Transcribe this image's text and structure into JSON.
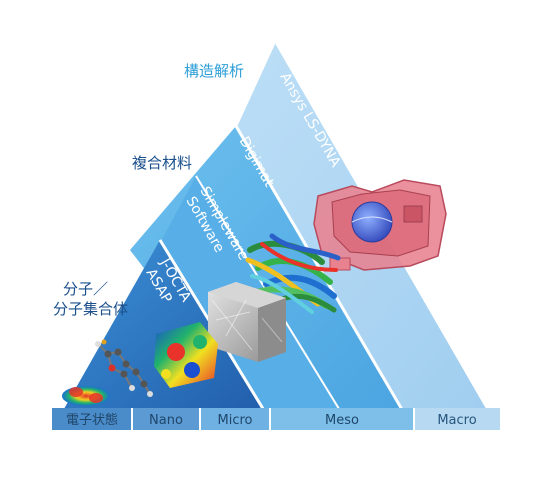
{
  "colors": {
    "accent": "#1e9bd7",
    "tier_structural": "#a9d3f2",
    "tier_composite": "#62b4e8",
    "tier_molecular": "#3185d0",
    "tier_molecular_dark": "#1f5aa8",
    "scale_bar_light": "#b7d9f1",
    "scale_bar_mid": "#7bbde6",
    "scale_bar_dark": "#4a8bc9"
  },
  "side_labels": {
    "structural": "構造解析",
    "composite": "複合材料",
    "molecular_line1": "分子／",
    "molecular_line2": "分子集合体"
  },
  "band_labels": {
    "ansys": "Ansys LS-DYNA",
    "digimat": "Digimat",
    "simpleware_line1": "Simpleware",
    "simpleware_line2": "Software",
    "jocta_line1": "J-OCTA",
    "jocta_line2": "ASAP"
  },
  "scale_labels": {
    "electronic": "電子状態",
    "nano": "Nano",
    "micro": "Micro",
    "meso": "Meso",
    "macro": "Macro"
  }
}
